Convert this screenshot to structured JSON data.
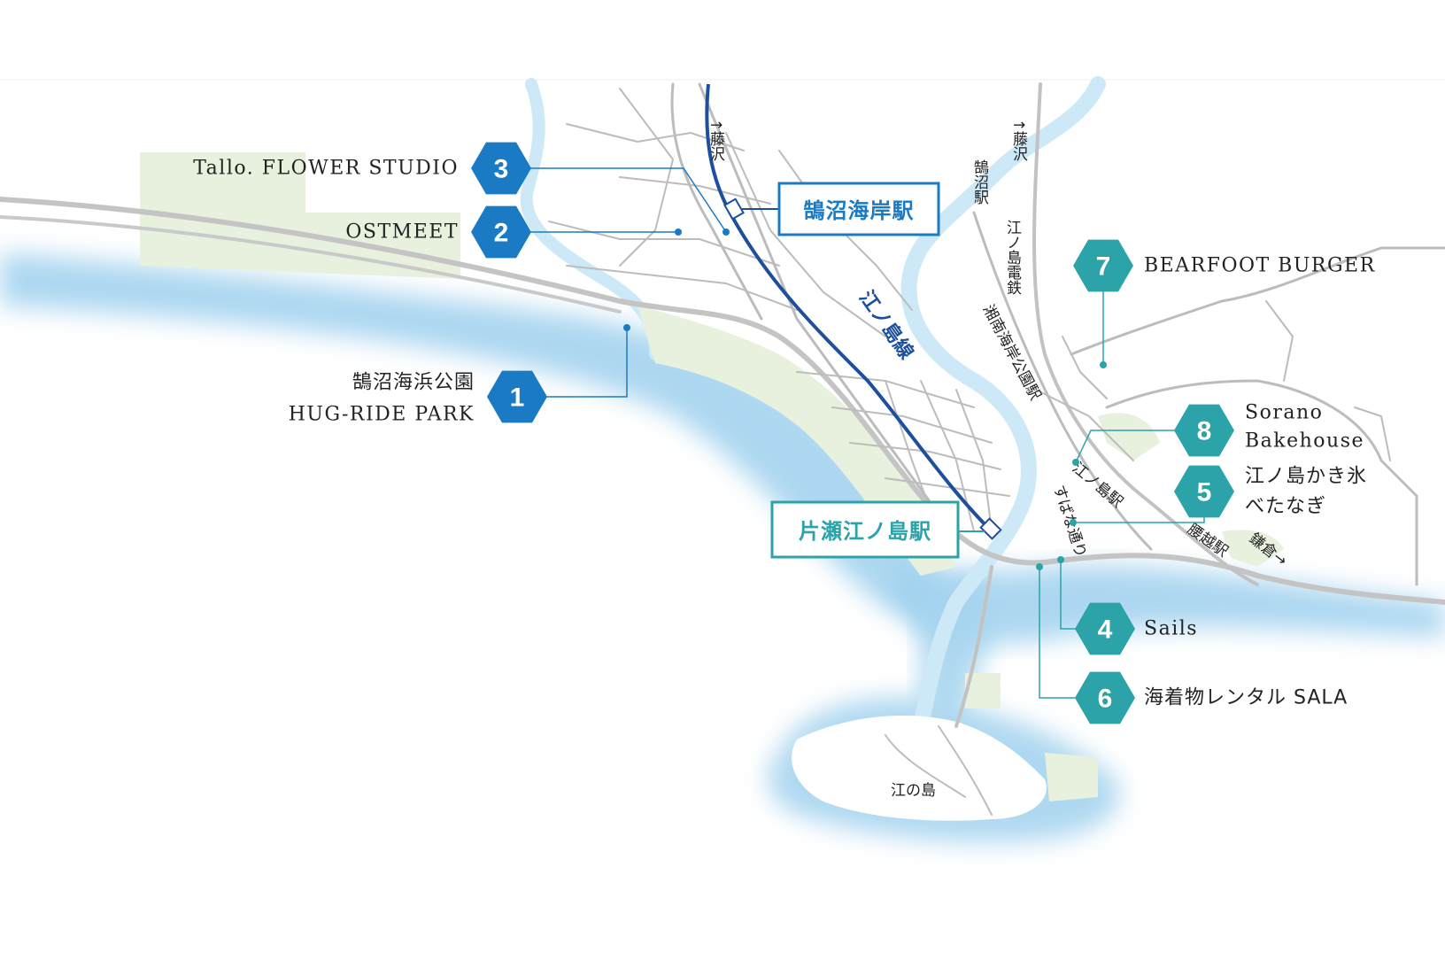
{
  "colors": {
    "sea": "#b9def3",
    "river": "#cde9f7",
    "park": "#e7f1dd",
    "road": "#b9b9b9",
    "rail": "#1d4f9c",
    "poi_blue": "#1a7bc4",
    "poi_teal": "#2ba3a8"
  },
  "pois": [
    {
      "num": "1",
      "label_lines": [
        "鵠沼海浜公園",
        "HUG-RIDE PARK"
      ],
      "color": "poi_blue"
    },
    {
      "num": "2",
      "label_lines": [
        "OSTMEET"
      ],
      "color": "poi_blue"
    },
    {
      "num": "3",
      "label_lines": [
        "Tallo. FLOWER STUDIO"
      ],
      "color": "poi_blue"
    },
    {
      "num": "4",
      "label_lines": [
        "Sails"
      ],
      "color": "poi_teal"
    },
    {
      "num": "5",
      "label_lines": [
        "江ノ島かき氷",
        "べたなぎ"
      ],
      "color": "poi_teal"
    },
    {
      "num": "6",
      "label_lines": [
        "海着物レンタル SALA"
      ],
      "color": "poi_teal"
    },
    {
      "num": "7",
      "label_lines": [
        "BEARFOOT BURGER"
      ],
      "color": "poi_teal"
    },
    {
      "num": "8",
      "label_lines": [
        "Sorano",
        "Bakehouse"
      ],
      "color": "poi_teal"
    }
  ],
  "stations": {
    "kugenuma_kaigan": "鵠沼海岸駅",
    "katase_enoshima": "片瀬江ノ島駅"
  },
  "map_labels": {
    "enoshima_line": "江ノ島線",
    "to_fujisawa_1": "↑藤沢",
    "to_fujisawa_2": "↑藤沢",
    "kugenuma_station": "鵠沼駅",
    "enoden": "江ノ島電鉄",
    "shonan_kaigan_koen": "湘南海岸公園駅",
    "enoshima_station": "江ノ島駅",
    "subana_dori": "すばな通り",
    "koshigoe_station": "腰越駅",
    "to_kamakura": "鎌倉→",
    "enoshima_island": "江の島"
  }
}
